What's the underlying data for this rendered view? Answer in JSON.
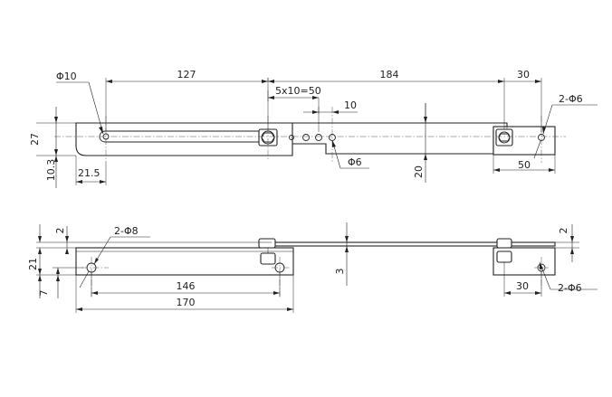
{
  "top_view": {
    "dim_hole_dia": "Φ10",
    "dim_slot_length": "127",
    "dim_overall_right": "184",
    "dim_right_end": "30",
    "dim_right_holes": "2-Φ6",
    "dim_hole_pitch": "5x10=50",
    "dim_hole_spacing": "10",
    "dim_small_hole": "Φ6",
    "dim_height": "27",
    "dim_offset_a": "10.3",
    "dim_offset_b": "21.5",
    "dim_arm_width": "20",
    "dim_bracket_width": "50"
  },
  "side_view": {
    "dim_left_top": "2",
    "dim_left_holes": "2-Φ8",
    "dim_left_height": "21",
    "dim_left_bottom": "7",
    "dim_thickness": "3",
    "dim_right_top": "2",
    "dim_hole_distance": "146",
    "dim_overall": "170",
    "dim_right_end": "30",
    "dim_right_holes": "2-Φ6"
  }
}
